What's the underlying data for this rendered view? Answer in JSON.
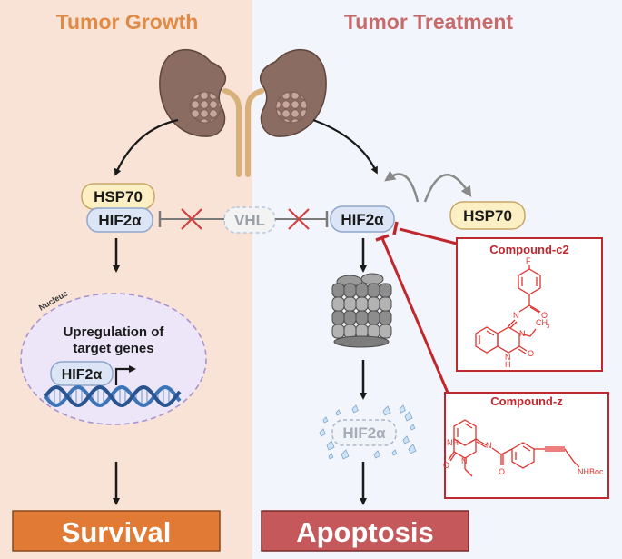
{
  "panels": {
    "growth_title": "Tumor Growth",
    "treatment_title": "Tumor Treatment"
  },
  "labels": {
    "hsp70": "HSP70",
    "hif2a": "HIF2α",
    "vhl": "VHL",
    "nucleus": "Nucleus",
    "upregulation_line1": "Upregulation of",
    "upregulation_line2": "target genes",
    "survival": "Survival",
    "apoptosis": "Apoptosis"
  },
  "compounds": {
    "c2": {
      "title": "Compound-c2",
      "atoms": {
        "f": "F",
        "n_imine": "N",
        "o_carbonyl": "O",
        "n3": "N",
        "ch3": "CH",
        "ch3_sub": "3",
        "nh": "N",
        "nh_h": "H",
        "o_urea": "O"
      }
    },
    "z": {
      "title": "Compound-z",
      "atoms": {
        "nh": "NH",
        "n3": "N",
        "n_imine": "N",
        "o_urea": "O",
        "o_carbonyl": "O",
        "nhboc": "NHBoc"
      }
    }
  },
  "colors": {
    "growth_bg": "#f9e3d6",
    "treatment_bg": "#f2f5fb",
    "growth_title": "#e08a45",
    "treatment_title": "#c76a6a",
    "hsp70_fill": "#fcefc4",
    "hsp70_stroke": "#c8a766",
    "hif2a_fill": "#dbe5f5",
    "hif2a_stroke": "#8fa6cc",
    "inhibit_red": "#c0282d",
    "chem_red": "#e0322e",
    "survival_fill": "#e07a35",
    "apoptosis_fill": "#c4585b",
    "kidney": "#8a6c62",
    "ureter": "#d8b07a",
    "dna_blue": "#3d74b8"
  }
}
